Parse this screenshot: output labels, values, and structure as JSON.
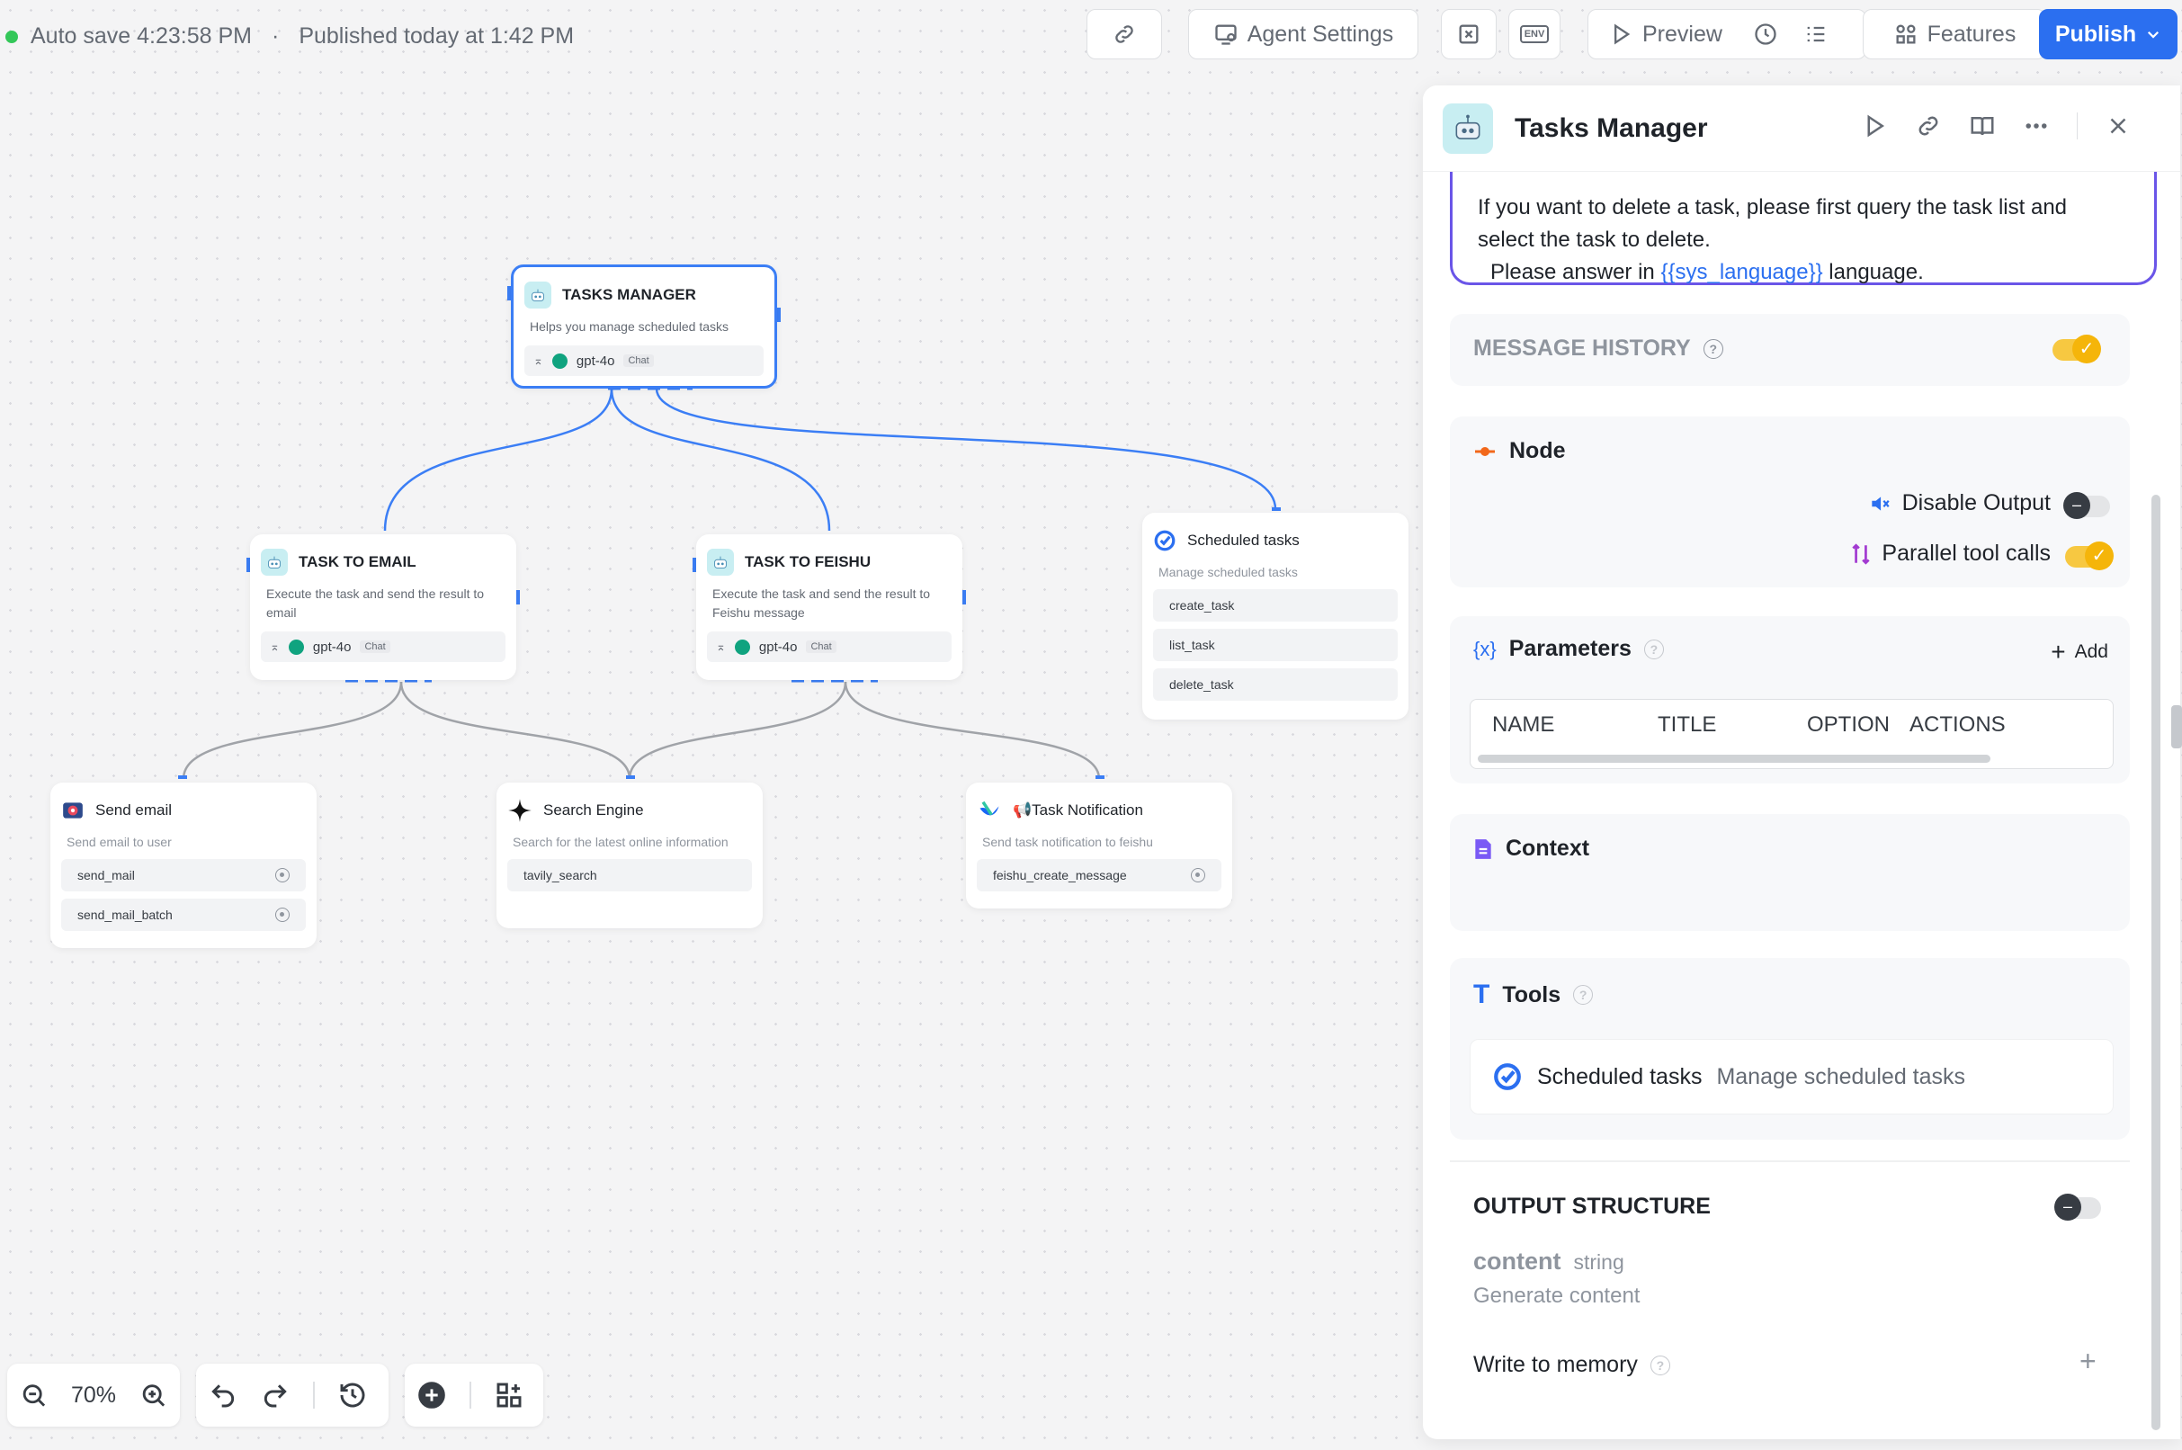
{
  "topbar": {
    "autosave": "Auto save 4:23:58 PM",
    "separator": "·",
    "published": "Published today at 1:42 PM",
    "agent_settings": "Agent Settings",
    "env_label": "ENV",
    "preview": "Preview",
    "features": "Features",
    "publish": "Publish"
  },
  "nodes": {
    "manager": {
      "title": "TASKS MANAGER",
      "desc": "Helps you manage scheduled tasks",
      "model": "gpt-4o",
      "tag": "Chat"
    },
    "email": {
      "title": "TASK TO EMAIL",
      "desc": "Execute the task and send the result to email",
      "model": "gpt-4o",
      "tag": "Chat"
    },
    "feishu": {
      "title": "TASK TO FEISHU",
      "desc": "Execute the task and send the result to Feishu message",
      "model": "gpt-4o",
      "tag": "Chat"
    },
    "scheduled": {
      "title": "Scheduled tasks",
      "desc": "Manage scheduled tasks",
      "tools": [
        "create_task",
        "list_task",
        "delete_task"
      ]
    },
    "send_email": {
      "title": "Send email",
      "desc": "Send email to user",
      "tools": [
        "send_mail",
        "send_mail_batch"
      ]
    },
    "search": {
      "title": "Search Engine",
      "desc": "Search for the latest online information",
      "tools": [
        "tavily_search"
      ]
    },
    "notify": {
      "title": "Task Notification",
      "desc": "Send task notification to feishu",
      "tools": [
        "feishu_create_message"
      ]
    }
  },
  "bottom": {
    "zoom": "70%"
  },
  "panel": {
    "title": "Tasks Manager",
    "prompt_line1": "If you want to delete a task, please first query the task list and",
    "prompt_line2": "select the task to delete.",
    "prompt_line3_pre": "Please answer in",
    "prompt_var": "{{sys_language}}",
    "prompt_line3_post": "language.",
    "message_history": "MESSAGE HISTORY",
    "node_title": "Node",
    "disable_output": "Disable Output",
    "parallel_tool_calls": "Parallel tool calls",
    "parameters": "Parameters",
    "add": "Add",
    "columns": [
      "NAME",
      "TITLE",
      "OPTION",
      "ACTIONS"
    ],
    "context": "Context",
    "tools_title": "Tools",
    "tool_name": "Scheduled tasks",
    "tool_desc": "Manage scheduled tasks",
    "output_structure": "OUTPUT STRUCTURE",
    "out_field": "content",
    "out_type": "string",
    "out_desc": "Generate content",
    "write_memory": "Write to memory",
    "toggles": {
      "message_history": true,
      "disable_output": false,
      "parallel_tool_calls": true,
      "output_structure": false
    }
  },
  "colors": {
    "accent": "#2b6ff0",
    "toggle_on": "#f5b50a",
    "prompt_border": "#6a55e8"
  }
}
